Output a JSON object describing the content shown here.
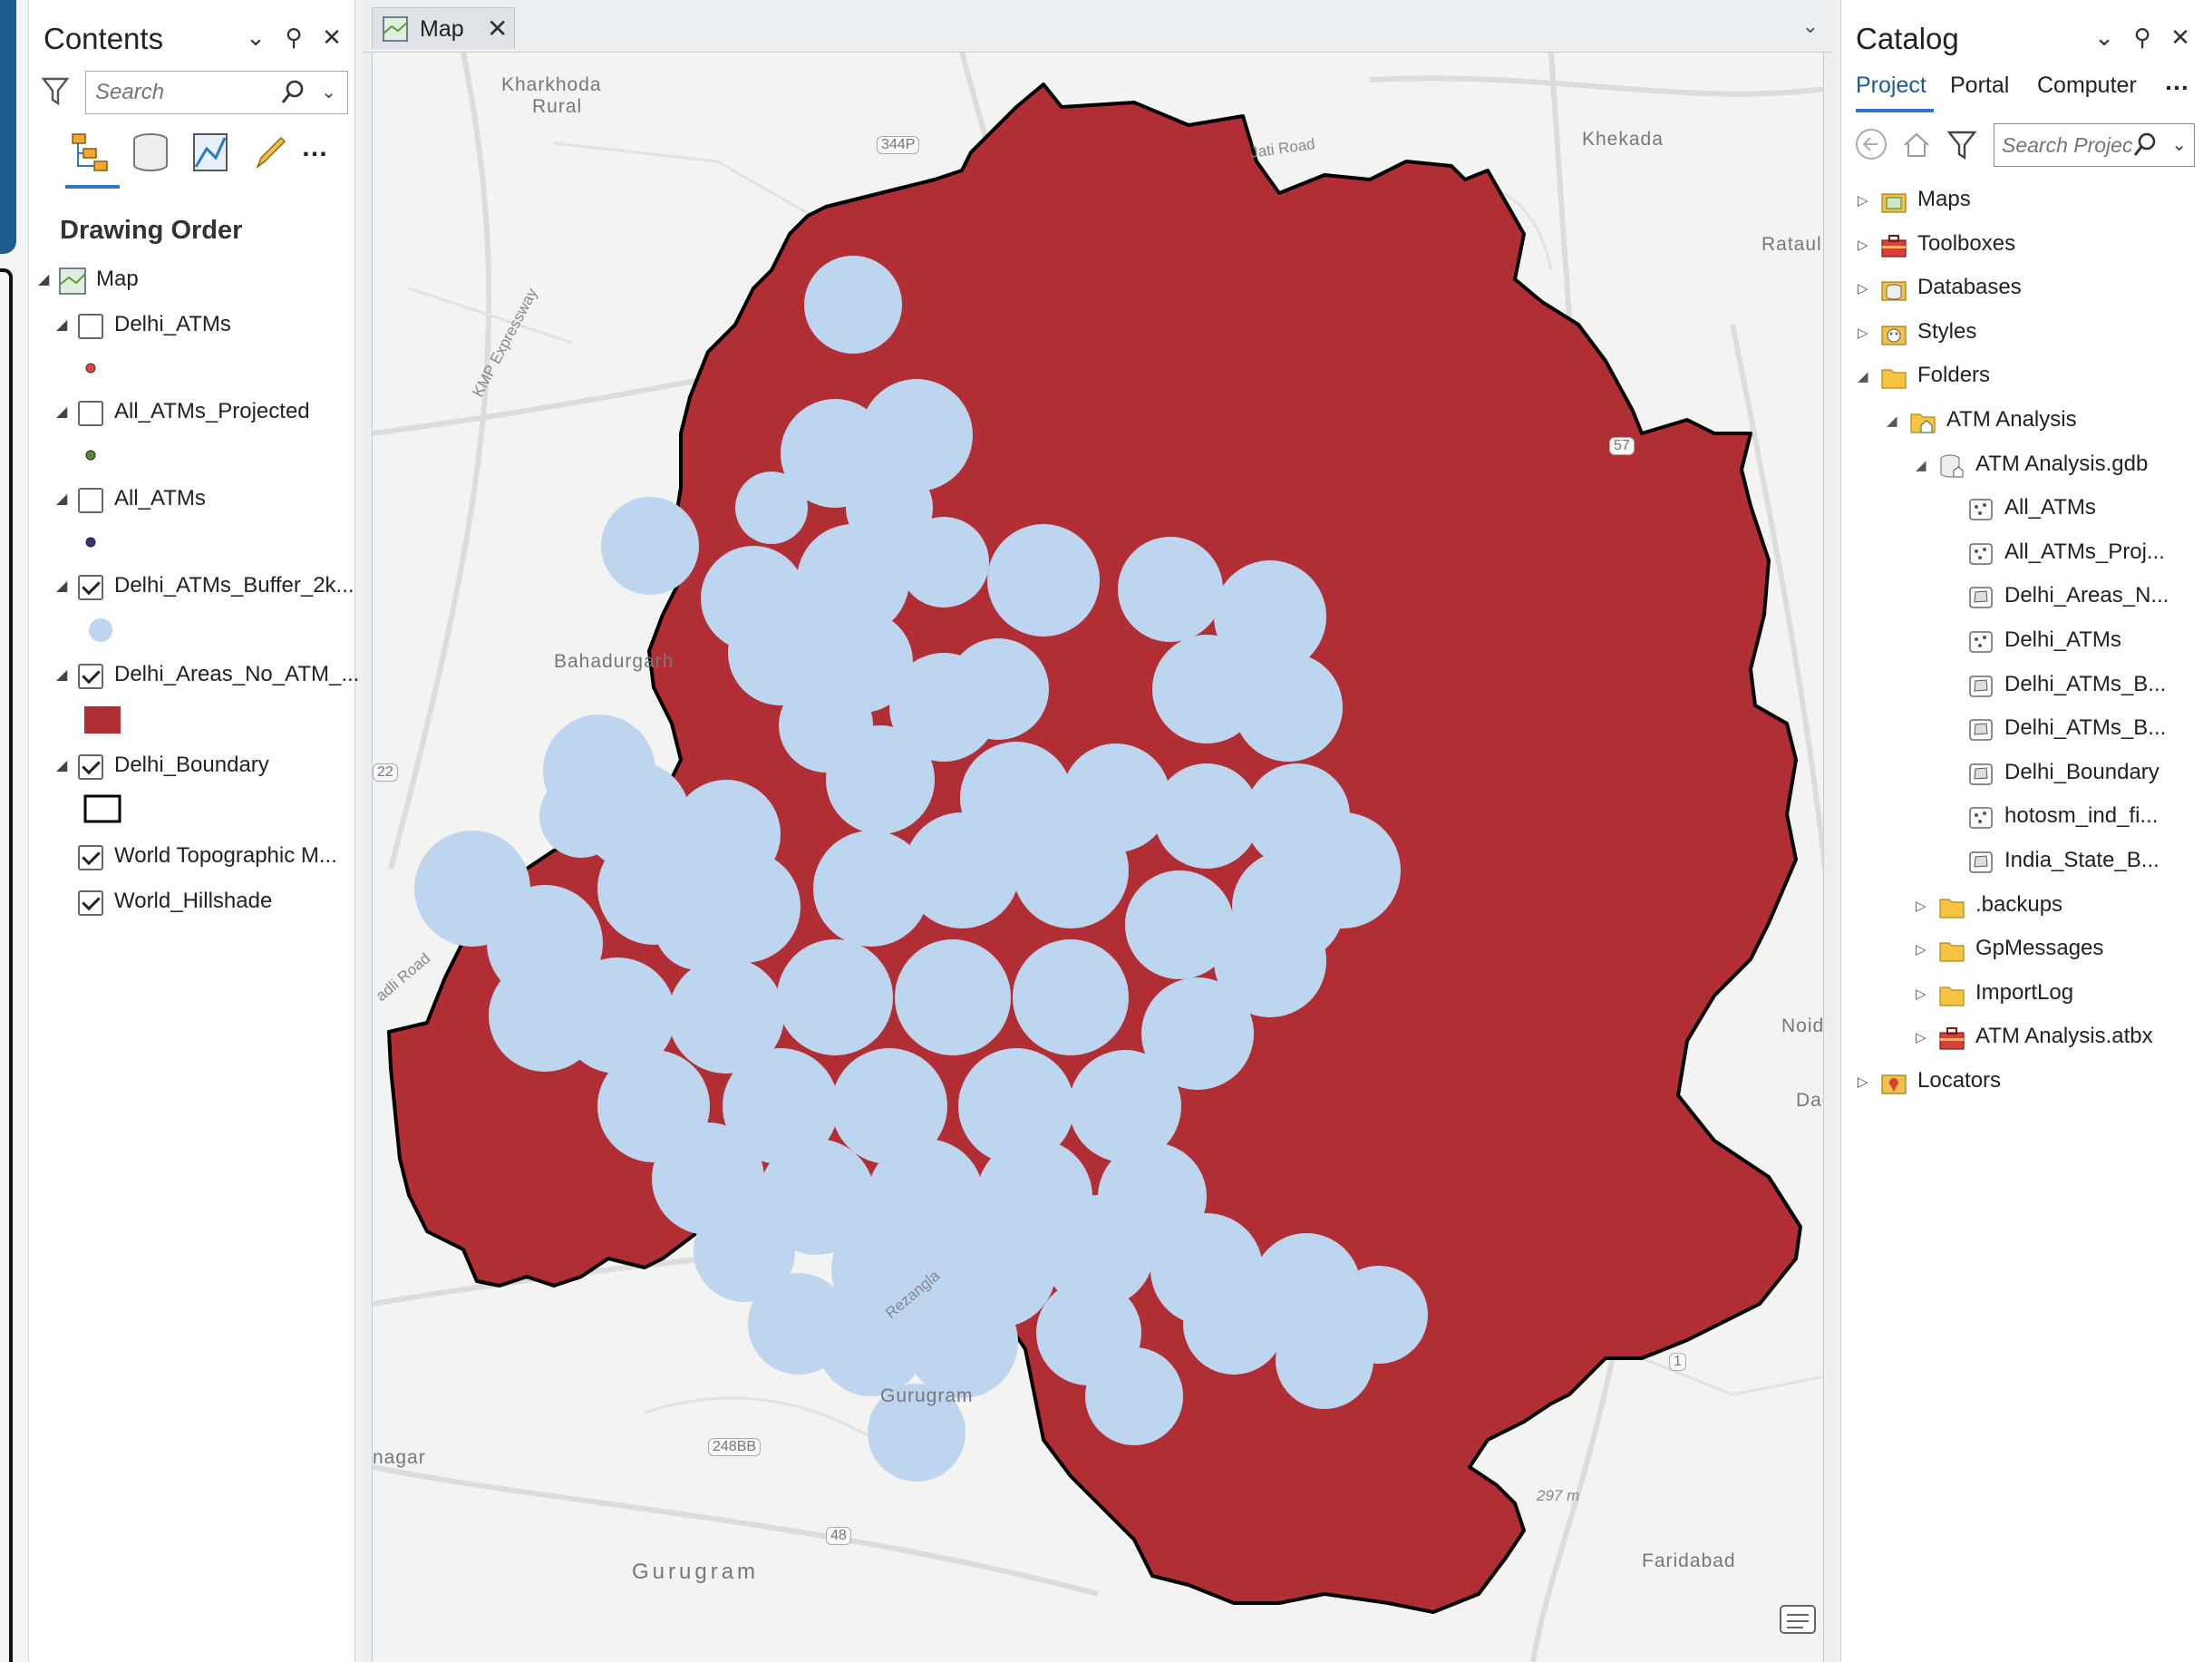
{
  "contents": {
    "title": "Contents",
    "search_placeholder": "Search",
    "section_title": "Drawing Order",
    "map_label": "Map",
    "layers": [
      {
        "label": "Delhi_ATMs",
        "checked": false,
        "symbol_color": "#e8413b"
      },
      {
        "label": "All_ATMs_Projected",
        "checked": false,
        "symbol_color": "#5e8a2e"
      },
      {
        "label": "All_ATMs",
        "checked": false,
        "symbol_color": "#3a2e7a"
      },
      {
        "label": "Delhi_ATMs_Buffer_2k...",
        "checked": true,
        "symbol_color": "#bed5f0"
      },
      {
        "label": "Delhi_Areas_No_ATM_...",
        "checked": true,
        "symbol_color": "#b12f34"
      },
      {
        "label": "Delhi_Boundary",
        "checked": true,
        "symbol_color": "#000000"
      },
      {
        "label": "World Topographic M...",
        "checked": true
      },
      {
        "label": "World_Hillshade",
        "checked": true
      }
    ]
  },
  "map": {
    "tab_label": "Map",
    "colors": {
      "no_atm_area": "#b12f34",
      "buffer": "#bed5f0",
      "boundary": "#000000",
      "basemap": "#f3f3f1"
    },
    "places": {
      "kharkhoda": "Kharkhoda",
      "rural": "Rural",
      "khekada": "Khekada",
      "rataul": "Rataul",
      "bahadurgarh": "Bahadurgarh",
      "gurugram1": "Gurugram",
      "gurugram2": "Gurugram",
      "faridabad": "Faridabad",
      "noida": "Noid",
      "dad": "Dad",
      "nagar": "nagar"
    },
    "roads": {
      "jati_road": "Jati Road",
      "kmp": "KMP Expressway",
      "jadi_road": "adli Road",
      "rezangla": "Rezangla"
    },
    "shields": {
      "s344p": "344P",
      "s57": "57",
      "s22": "22",
      "s248bb": "248BB",
      "s48": "48",
      "s1": "1"
    },
    "elevation": "297 m"
  },
  "catalog": {
    "title": "Catalog",
    "tabs": [
      "Project",
      "Portal",
      "Computer"
    ],
    "search_placeholder": "Search Projec",
    "items": [
      {
        "label": "Maps",
        "icon": "maps-folder-icon"
      },
      {
        "label": "Toolboxes",
        "icon": "toolbox-icon"
      },
      {
        "label": "Databases",
        "icon": "database-icon"
      },
      {
        "label": "Styles",
        "icon": "styles-icon"
      },
      {
        "label": "Folders",
        "icon": "folder-icon"
      },
      {
        "label": "ATM Analysis",
        "icon": "home-folder-icon"
      },
      {
        "label": "ATM Analysis.gdb",
        "icon": "geodatabase-icon"
      },
      {
        "label": "All_ATMs",
        "icon": "point-feature-class-icon"
      },
      {
        "label": "All_ATMs_Proj...",
        "icon": "point-feature-class-icon"
      },
      {
        "label": "Delhi_Areas_N...",
        "icon": "polygon-feature-class-icon"
      },
      {
        "label": "Delhi_ATMs",
        "icon": "point-feature-class-icon"
      },
      {
        "label": "Delhi_ATMs_B...",
        "icon": "polygon-feature-class-icon"
      },
      {
        "label": "Delhi_ATMs_B...",
        "icon": "polygon-feature-class-icon"
      },
      {
        "label": "Delhi_Boundary",
        "icon": "polygon-feature-class-icon"
      },
      {
        "label": "hotosm_ind_fi...",
        "icon": "point-feature-class-icon"
      },
      {
        "label": "India_State_B...",
        "icon": "polygon-feature-class-icon"
      },
      {
        "label": ".backups",
        "icon": "folder-icon"
      },
      {
        "label": "GpMessages",
        "icon": "folder-icon"
      },
      {
        "label": "ImportLog",
        "icon": "folder-icon"
      },
      {
        "label": "ATM Analysis.atbx",
        "icon": "toolbox-icon"
      },
      {
        "label": "Locators",
        "icon": "locator-icon"
      }
    ]
  }
}
